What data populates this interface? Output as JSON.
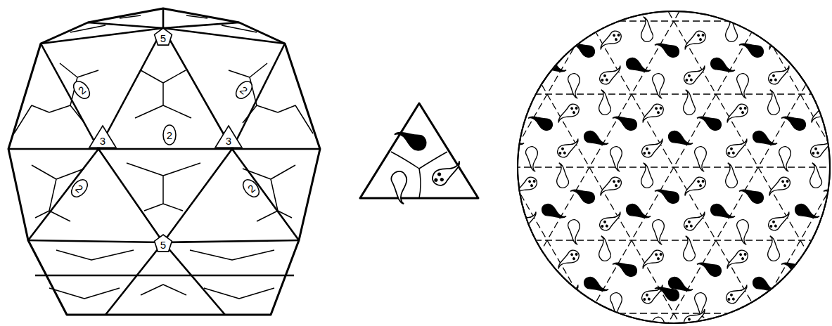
{
  "diagram": {
    "nodes": [
      {
        "text": [
          "5"
        ]
      },
      {
        "text": [
          "2"
        ]
      },
      {
        "text": [
          "2"
        ]
      },
      {
        "text": [
          "3"
        ]
      },
      {
        "text": [
          "2"
        ]
      },
      {
        "text": [
          "3"
        ]
      },
      {
        "text": [
          "2"
        ]
      },
      {
        "text": [
          "2"
        ]
      },
      {
        "text": [
          "5"
        ]
      }
    ]
  }
}
